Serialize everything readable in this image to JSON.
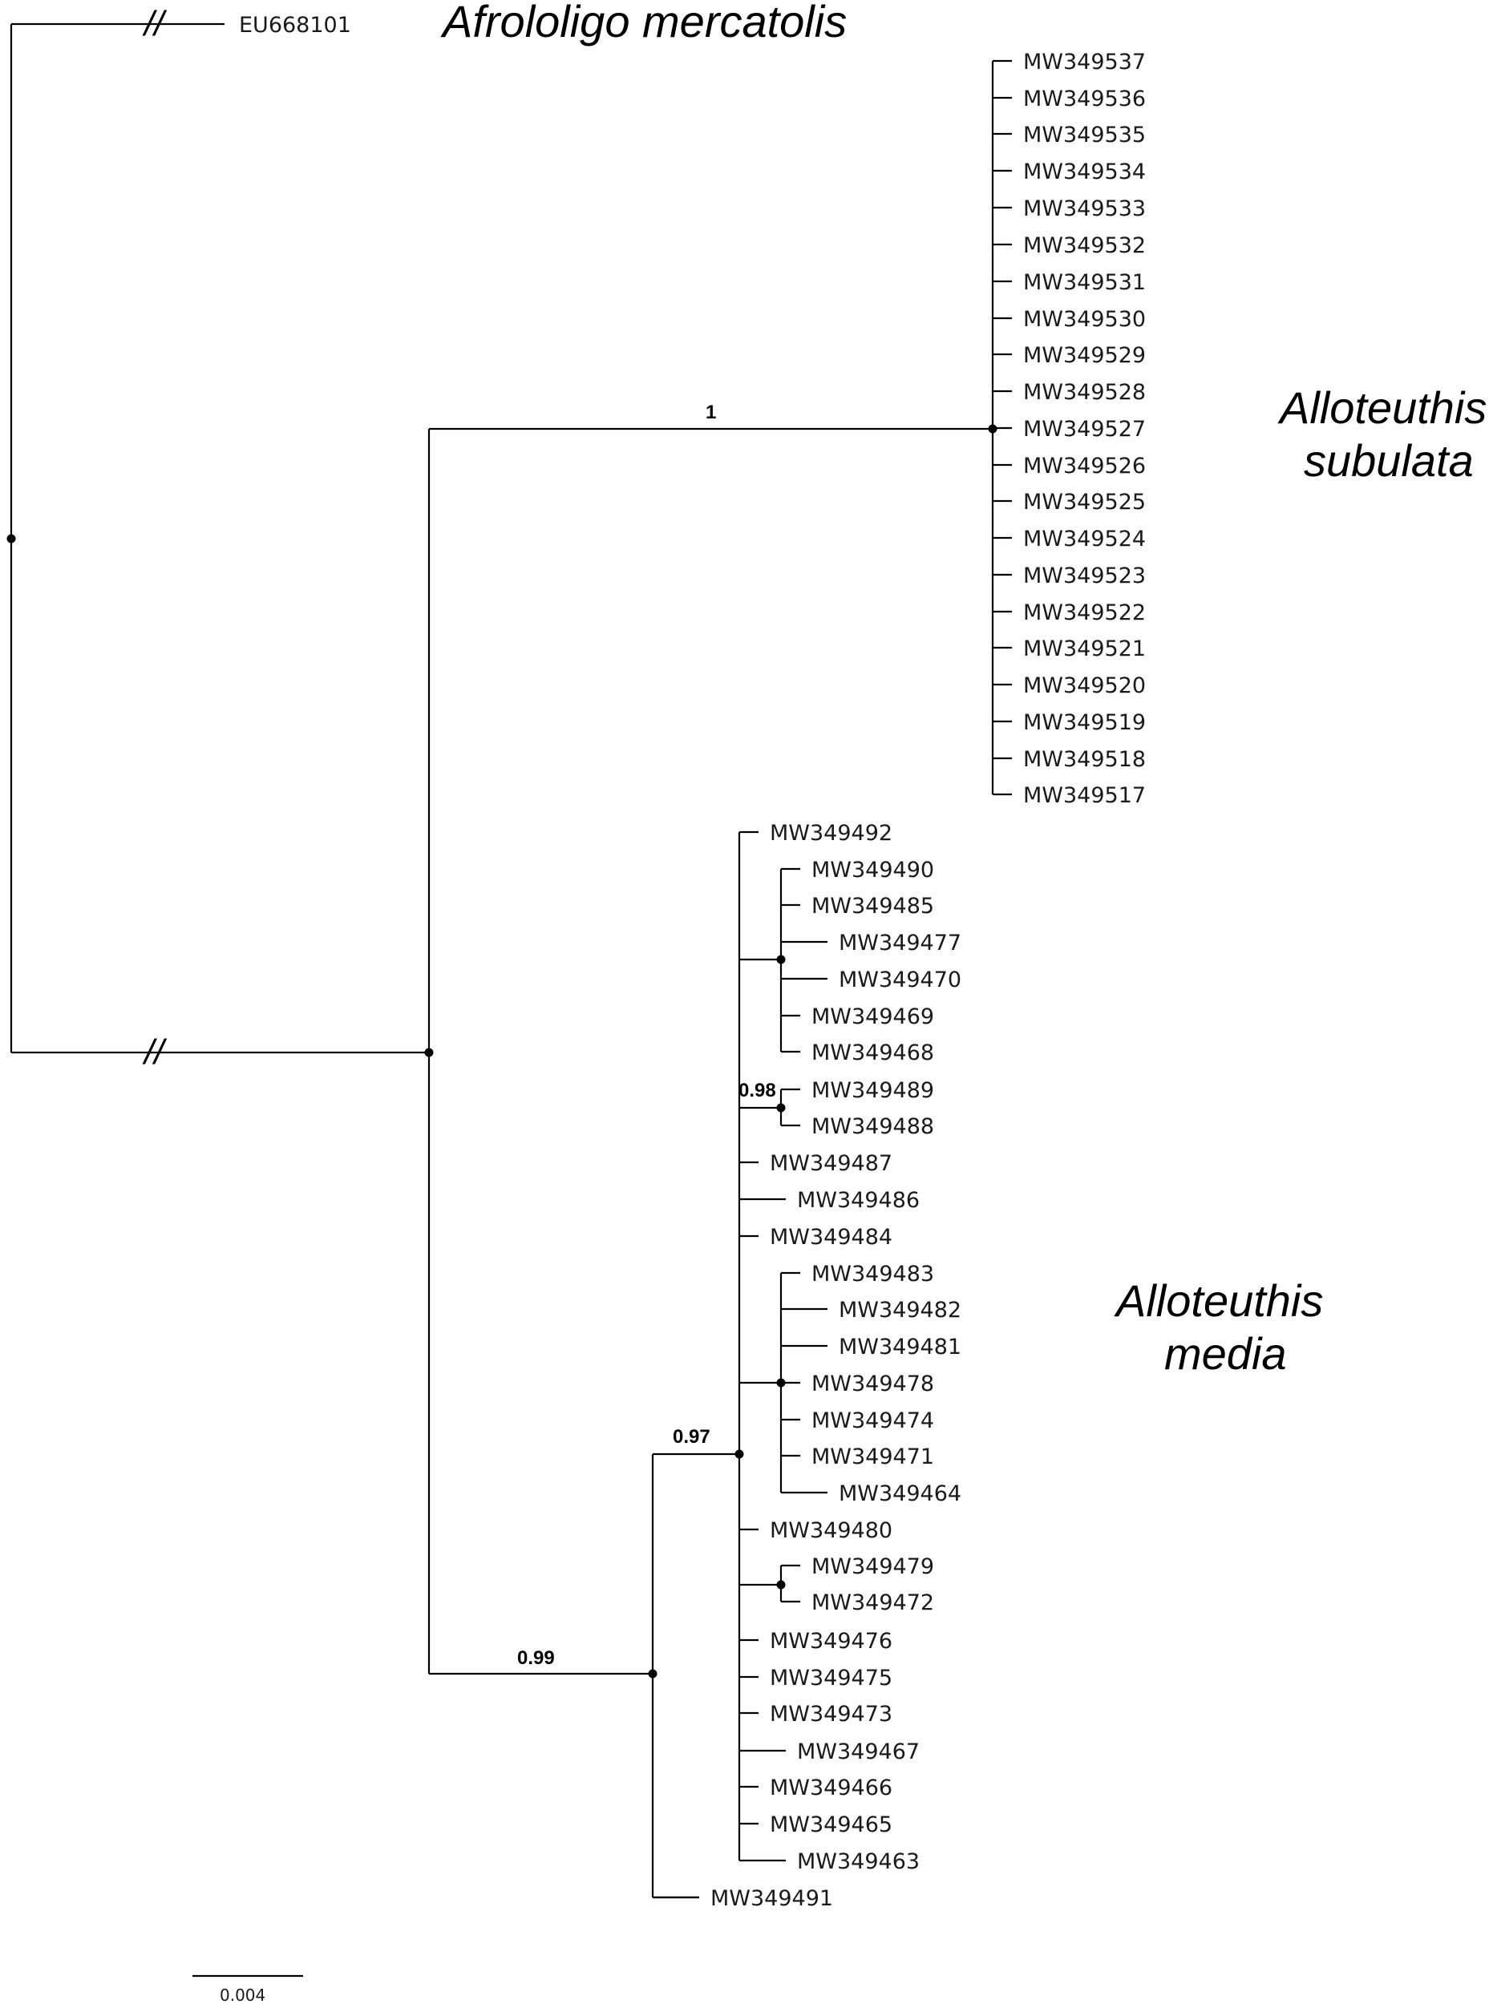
{
  "figure": {
    "scale_bar_label": "0.004",
    "branch_break_symbol": "//"
  },
  "clades": {
    "outgroup": "Afrololigo mercatolis",
    "subulata_line1": "Alloteuthis",
    "subulata_line2": "subulata",
    "media_line1": "Alloteuthis",
    "media_line2": "media"
  },
  "support": {
    "subulata": "1",
    "media": "0.99",
    "media_inner": "0.97",
    "sub_89_88": "0.98"
  },
  "outgroup_leaf": "EU668101",
  "subulata_leaves": [
    "MW349537",
    "MW349536",
    "MW349535",
    "MW349534",
    "MW349533",
    "MW349532",
    "MW349531",
    "MW349530",
    "MW349529",
    "MW349528",
    "MW349527",
    "MW349526",
    "MW349525",
    "MW349524",
    "MW349523",
    "MW349522",
    "MW349521",
    "MW349520",
    "MW349519",
    "MW349518",
    "MW349517"
  ],
  "media_leaves": [
    "MW349492",
    "MW349490",
    "MW349485",
    "MW349477",
    "MW349470",
    "MW349469",
    "MW349468",
    "MW349489",
    "MW349488",
    "MW349487",
    "MW349486",
    "MW349484",
    "MW349483",
    "MW349482",
    "MW349481",
    "MW349478",
    "MW349474",
    "MW349471",
    "MW349464",
    "MW349480",
    "MW349479",
    "MW349472",
    "MW349476",
    "MW349475",
    "MW349473",
    "MW349467",
    "MW349466",
    "MW349465",
    "MW349463",
    "MW349491"
  ]
}
